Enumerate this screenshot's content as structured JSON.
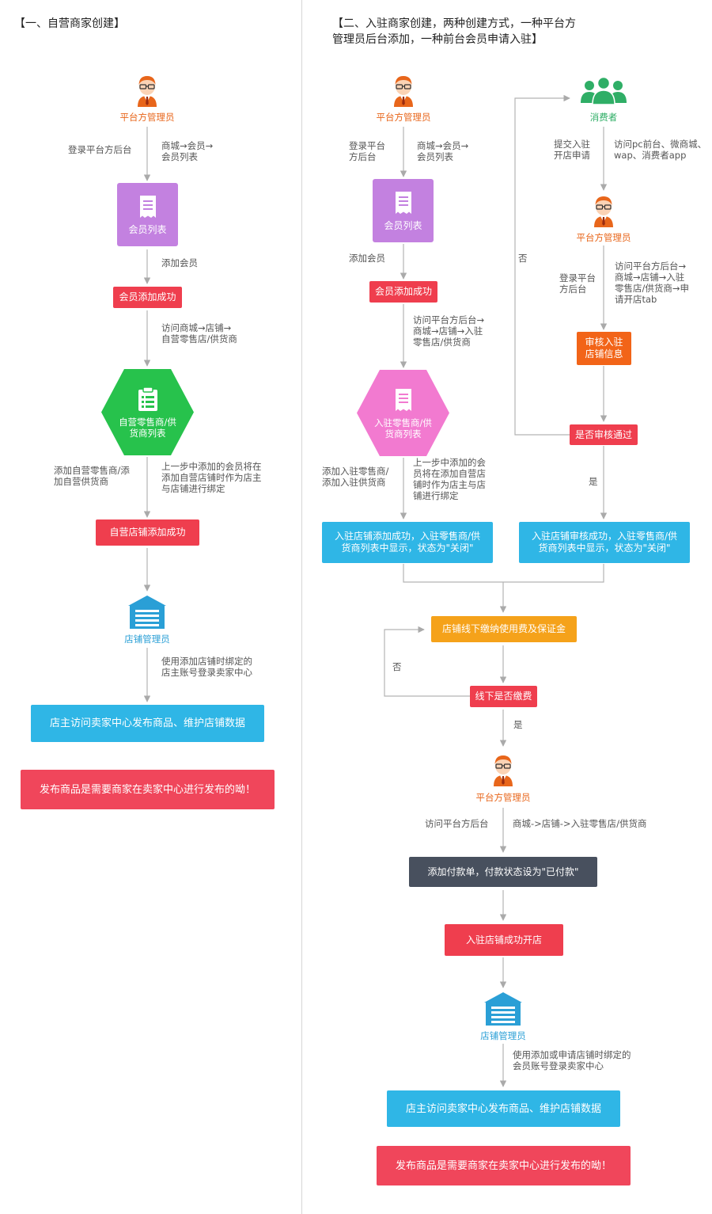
{
  "left": {
    "title": "【一、自营商家创建】",
    "admin_label": "平台方管理员",
    "login_text": "登录平台方后台",
    "path_members": "商城→会员→\n会员列表",
    "member_list": "会员列表",
    "add_member": "添加会员",
    "member_added": "会员添加成功",
    "visit_store": "访问商城→店铺→\n自营零售店/供货商",
    "self_list": "自营零售商/供\n货商列表",
    "add_self": "添加自营零售商/添\n加自营供货商",
    "prev_step": "上一步中添加的会员将在\n添加自营店铺时作为店主\n与店铺进行绑定",
    "store_added": "自营店铺添加成功",
    "store_admin_label": "店铺管理员",
    "use_account": "使用添加店铺时绑定的\n店主账号登录卖家中心",
    "owner_visit": "店主访问卖家中心发布商品、维护店铺数据",
    "note": "发布商品是需要商家在卖家中心进行发布的呦！"
  },
  "right": {
    "title": "【二、入驻商家创建，两种创建方式，一种平台方\n管理员后台添加，一种前台会员申请入驻】",
    "admin_label": "平台方管理员",
    "login_text": "登录平台\n方后台",
    "path_members": "商城→会员→\n会员列表",
    "member_list": "会员列表",
    "add_member": "添加会员",
    "member_added": "会员添加成功",
    "visit_path": "访问平台方后台→\n商城→店铺→入驻\n零售店/供货商",
    "settle_list": "入驻零售商/供\n货商列表",
    "add_settle": "添加入驻零售商/\n添加入驻供货商",
    "prev_step": "上一步中添加的会\n员将在添加自营店\n铺时作为店主与店\n铺进行绑定",
    "settle_added": "入驻店铺添加成功，入驻零售商/供\n货商列表中显示，状态为\"关闭\"",
    "consumer_label": "消费者",
    "submit_apply": "提交入驻\n开店申请",
    "visit_front": "访问pc前台、微商城、\nwap、消费者app",
    "admin2_label": "平台方管理员",
    "login2": "登录平台\n方后台",
    "visit2": "访问平台方后台→\n商城→店铺→入驻\n零售店/供货商→申\n请开店tab",
    "audit": "审核入驻\n店铺信息",
    "no1": "否",
    "passed": "是否审核通过",
    "yes1": "是",
    "audit_success": "入驻店铺审核成功，入驻零售商/供\n货商列表中显示，状态为\"关闭\"",
    "pay_offline": "店铺线下缴纳使用费及保证金",
    "no2": "否",
    "paid_q": "线下是否缴费",
    "yes2": "是",
    "admin3_label": "平台方管理员",
    "visit3": "访问平台方后台",
    "path3": "商城->店铺->入驻零售店/供货商",
    "add_payment": "添加付款单，付款状态设为\"已付款\"",
    "open_success": "入驻店铺成功开店",
    "store_admin_label": "店铺管理员",
    "use_account": "使用添加或申请店铺时绑定的\n会员账号登录卖家中心",
    "owner_visit": "店主访问卖家中心发布商品、维护店铺数据",
    "note": "发布商品是需要商家在卖家中心进行发布的呦！"
  },
  "colors": {
    "admin_orange": "#e8661b",
    "consumer_green": "#2fae66",
    "store_blue": "#2a9fd6",
    "red": "#ef3e4e",
    "cyan": "#2fb6e6",
    "orange": "#f5a21a",
    "slate": "#48505e",
    "purple": "#c381e0",
    "hex_green": "#27c24c",
    "hex_pink": "#f27ad0"
  },
  "icons": [
    "admin-person-icon",
    "consumers-group-icon",
    "receipt-list-icon",
    "clipboard-icon",
    "store-front-icon"
  ]
}
